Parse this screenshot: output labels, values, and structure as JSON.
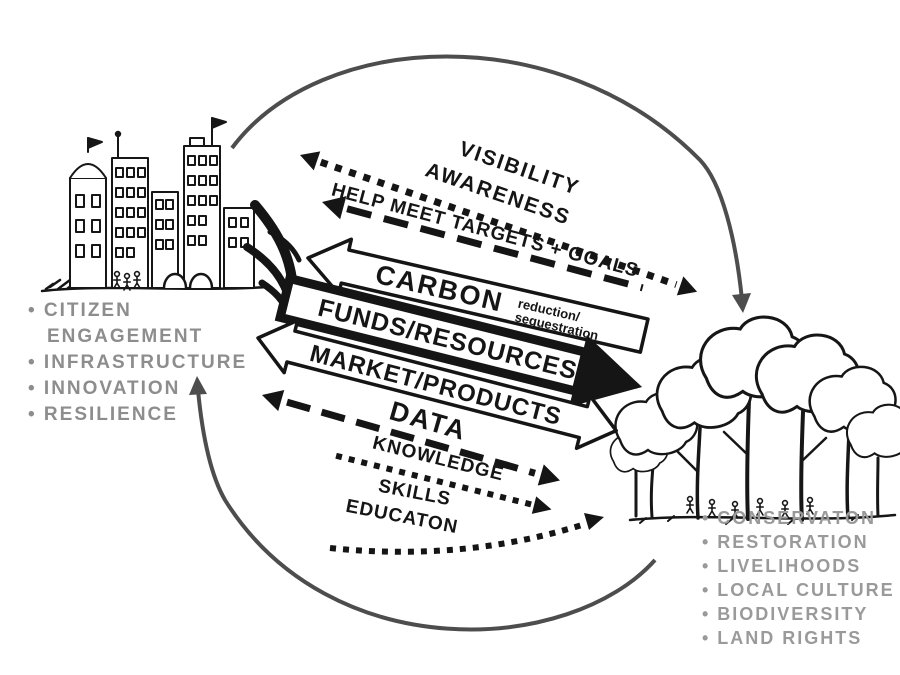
{
  "diagram": {
    "flows": {
      "visibility": {
        "line1": "VISIBILITY",
        "line2": "AWARENESS"
      },
      "help_targets": {
        "label": "HELP MEET TARGETS + GOALS"
      },
      "carbon": {
        "label": "CARBON",
        "sub_line1": "reduction/",
        "sub_line2": "sequestration"
      },
      "funds": {
        "label": "FUNDS/RESOURCES"
      },
      "market": {
        "label": "MARKET/PRODUCTS"
      },
      "data": {
        "label": "DATA"
      },
      "knowledge": {
        "label": "KNOWLEDGE"
      },
      "skills": {
        "label": "SKILLS"
      },
      "education": {
        "label": "EDUCATON"
      }
    },
    "city_values": {
      "lines": [
        "• CITIZEN",
        "ENGAGEMENT",
        "• INFRASTRUCTURE",
        "• INNOVATION",
        "• RESILIENCE"
      ]
    },
    "forest_values": {
      "lines": [
        "• CONSERVATON",
        "• RESTORATION",
        "• LIVELIHOODS",
        "• LOCAL CULTURE",
        "• BIODIVERSITY",
        "• LAND RIGHTS"
      ]
    },
    "colors": {
      "ink": "#151515",
      "muted_text": "#8f8f8f",
      "arc": "#4d4d4d",
      "background": "#ffffff"
    }
  }
}
